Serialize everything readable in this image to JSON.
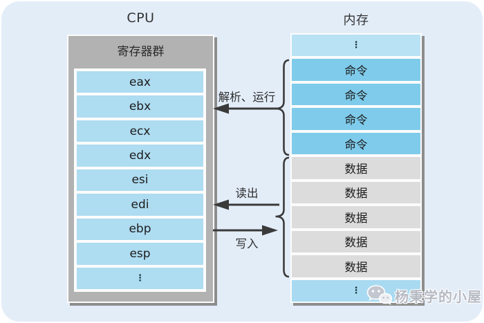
{
  "titles": {
    "cpu": "CPU",
    "memory": "内存"
  },
  "cpu": {
    "group_label": "寄存器群",
    "registers": [
      "eax",
      "ebx",
      "ecx",
      "edx",
      "esi",
      "edi",
      "ebp",
      "esp",
      "⋮"
    ]
  },
  "memory": {
    "cells": [
      {
        "label": "⋮",
        "kind": "more-top"
      },
      {
        "label": "命令",
        "kind": "command"
      },
      {
        "label": "命令",
        "kind": "command"
      },
      {
        "label": "命令",
        "kind": "command"
      },
      {
        "label": "命令",
        "kind": "command"
      },
      {
        "label": "数据",
        "kind": "data"
      },
      {
        "label": "数据",
        "kind": "data"
      },
      {
        "label": "数据",
        "kind": "data"
      },
      {
        "label": "数据",
        "kind": "data"
      },
      {
        "label": "数据",
        "kind": "data"
      },
      {
        "label": "⋮",
        "kind": "more-bottom"
      }
    ]
  },
  "flows": {
    "parse_run": "解析、运行",
    "read": "读出",
    "write": "写入"
  },
  "watermark": {
    "text": "杨秉学的小屋",
    "icon": "wechat-bubbles-icon"
  },
  "colors": {
    "panel_bg": "#e3edf8",
    "cpu_box_gray": "#b2b2b2",
    "register_cell_blue": "#aedcf1",
    "command_cell_blue": "#7fcbeb",
    "data_cell_gray": "#dcdcdc",
    "memory_more_top_blue": "#b9e2f4",
    "memory_more_bottom_blue": "#a8daf1",
    "arrow_stroke": "#3a3a3a"
  }
}
